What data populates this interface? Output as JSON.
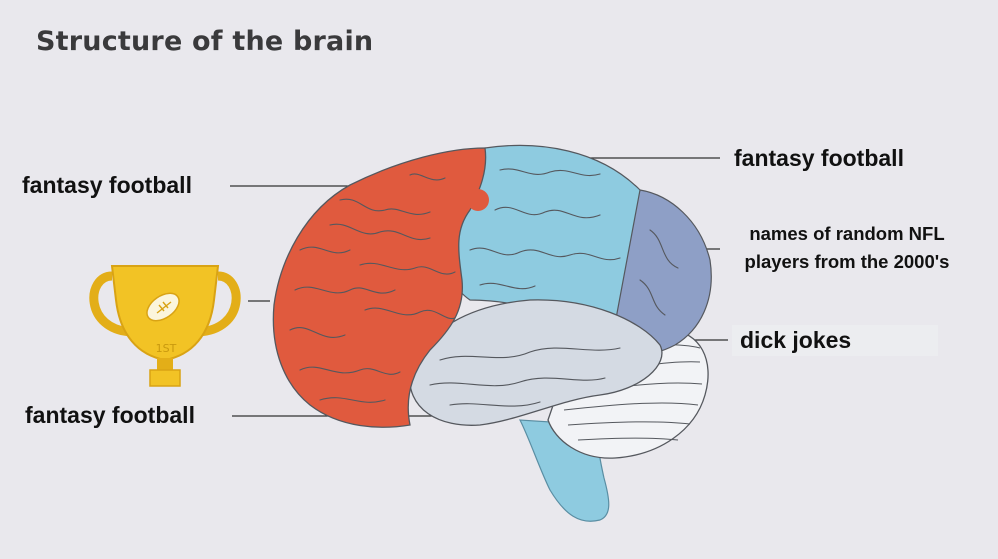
{
  "title": "Structure of the brain",
  "labels": {
    "frontal": "fantasy football",
    "parietal": "fantasy football",
    "occipital_line1": "names of random NFL",
    "occipital_line2": "players from the 2000's",
    "cerebellum": "dick jokes",
    "temporal": "fantasy football"
  },
  "trophy": {
    "text": "1ST",
    "icon": "football-icon"
  },
  "colors": {
    "frontal_lobe": "#e05a3e",
    "parietal_lobe": "#8ecbe0",
    "occipital_lobe": "#8e9fc6",
    "temporal_lobe": "#d4dae3",
    "cerebellum": "#f2f3f6",
    "brain_stem": "#8ecbe0",
    "trophy_gold": "#f2c325"
  }
}
